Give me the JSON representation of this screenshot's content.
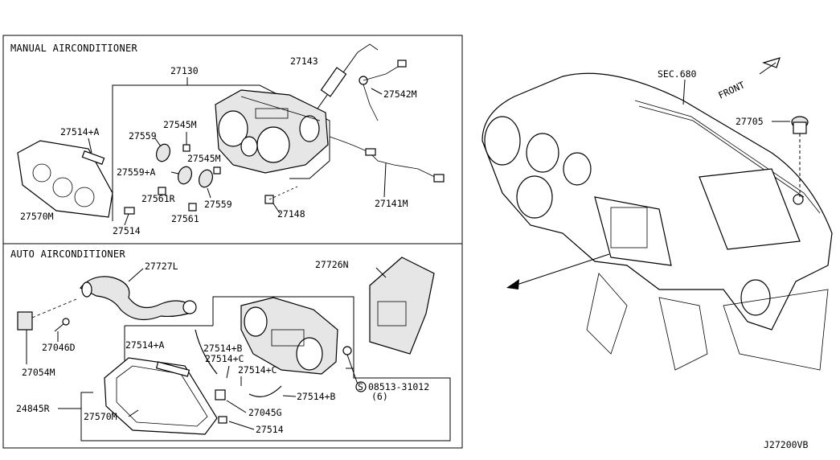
{
  "sections": {
    "manual_title": "MANUAL AIRCONDITIONER",
    "auto_title": "AUTO AIRCONDITIONER"
  },
  "manual_labels": {
    "p27130": "27130",
    "p27143": "27143",
    "p27542M": "27542M",
    "p27514A": "27514+A",
    "p27545M_1": "27545M",
    "p27559_1": "27559",
    "p27545M_2": "27545M",
    "p27559A": "27559+A",
    "p27561R": "27561R",
    "p27559_2": "27559",
    "p27141M": "27141M",
    "p27570M": "27570M",
    "p27561": "27561",
    "p27148": "27148",
    "p27514": "27514"
  },
  "auto_labels": {
    "p27727L": "27727L",
    "p27726N": "27726N",
    "p27514A": "27514+A",
    "p27514B_1": "27514+B",
    "p27514C_1": "27514+C",
    "p27514C_2": "27514+C",
    "p27046D": "27046D",
    "p27054M": "27054M",
    "p08513_symbol": "S",
    "p08513": "08513-31012",
    "p08513_qty": "(6)",
    "p27514B_2": "27514+B",
    "p24845R": "24845R",
    "p27570M": "27570M",
    "p27045G": "27045G",
    "p27514": "27514"
  },
  "dash_labels": {
    "sec680": "SEC.680",
    "front": "FRONT",
    "p27705": "27705"
  },
  "footer": {
    "diagram_code": "J27200VB"
  }
}
